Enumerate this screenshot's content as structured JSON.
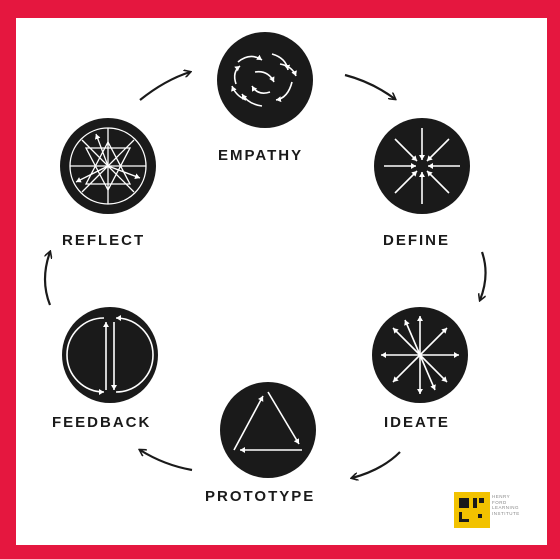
{
  "diagram": {
    "stages": [
      {
        "id": "empathy",
        "label": "EMPATHY",
        "icon": "swirling-arrows-icon"
      },
      {
        "id": "define",
        "label": "DEFINE",
        "icon": "converging-arrows-icon"
      },
      {
        "id": "ideate",
        "label": "IDEATE",
        "icon": "diverging-arrows-icon"
      },
      {
        "id": "prototype",
        "label": "PROTOTYPE",
        "icon": "triangle-arrows-icon"
      },
      {
        "id": "feedback",
        "label": "FEEDBACK",
        "icon": "loop-arrows-icon"
      },
      {
        "id": "reflect",
        "label": "REFLECT",
        "icon": "web-arrows-icon"
      }
    ],
    "cycle_direction": "clockwise",
    "colors": {
      "frame": "#e5173f",
      "circle": "#1a1a1a",
      "icon_stroke": "#ffffff",
      "logo": "#f2c200"
    }
  },
  "logo": {
    "lines": [
      "HENRY",
      "FORD",
      "LEARNING",
      "INSTITUTE"
    ]
  }
}
